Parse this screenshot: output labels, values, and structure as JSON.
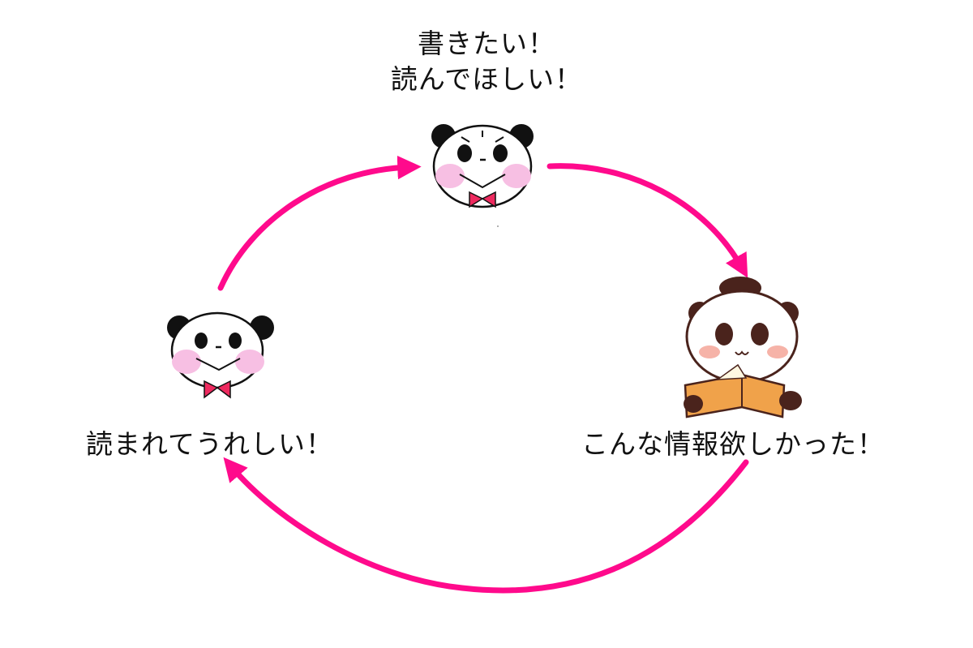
{
  "colors": {
    "arrow": "#ff0a8c",
    "blush": "#f7bfe3",
    "bow": "#ee2a5f",
    "book": "#f0a24a"
  },
  "nodes": {
    "writer": {
      "icon": "panda-writer-icon",
      "line1": "書きたい！",
      "line2": "読んでほしい！"
    },
    "reader": {
      "icon": "panda-reading-book-icon",
      "label": "こんな情報欲しかった！"
    },
    "author": {
      "icon": "panda-happy-icon",
      "label": "読まれてうれしい！"
    }
  },
  "arrows": [
    {
      "from": "writer",
      "to": "reader"
    },
    {
      "from": "reader",
      "to": "author"
    },
    {
      "from": "author",
      "to": "writer"
    }
  ]
}
